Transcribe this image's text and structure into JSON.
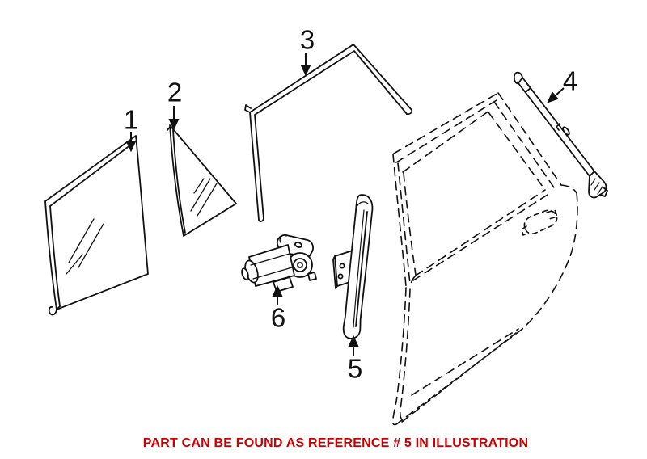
{
  "figure": {
    "type": "parts-illustration",
    "background_color": "#ffffff",
    "line_color": "#111111"
  },
  "callouts": [
    {
      "number": "1"
    },
    {
      "number": "2"
    },
    {
      "number": "3"
    },
    {
      "number": "4"
    },
    {
      "number": "5"
    },
    {
      "number": "6"
    }
  ],
  "caption": {
    "text": "PART CAN BE FOUND AS REFERENCE # 5 IN ILLUSTRATION",
    "highlighted_reference": "5",
    "color": "#cc0000"
  }
}
